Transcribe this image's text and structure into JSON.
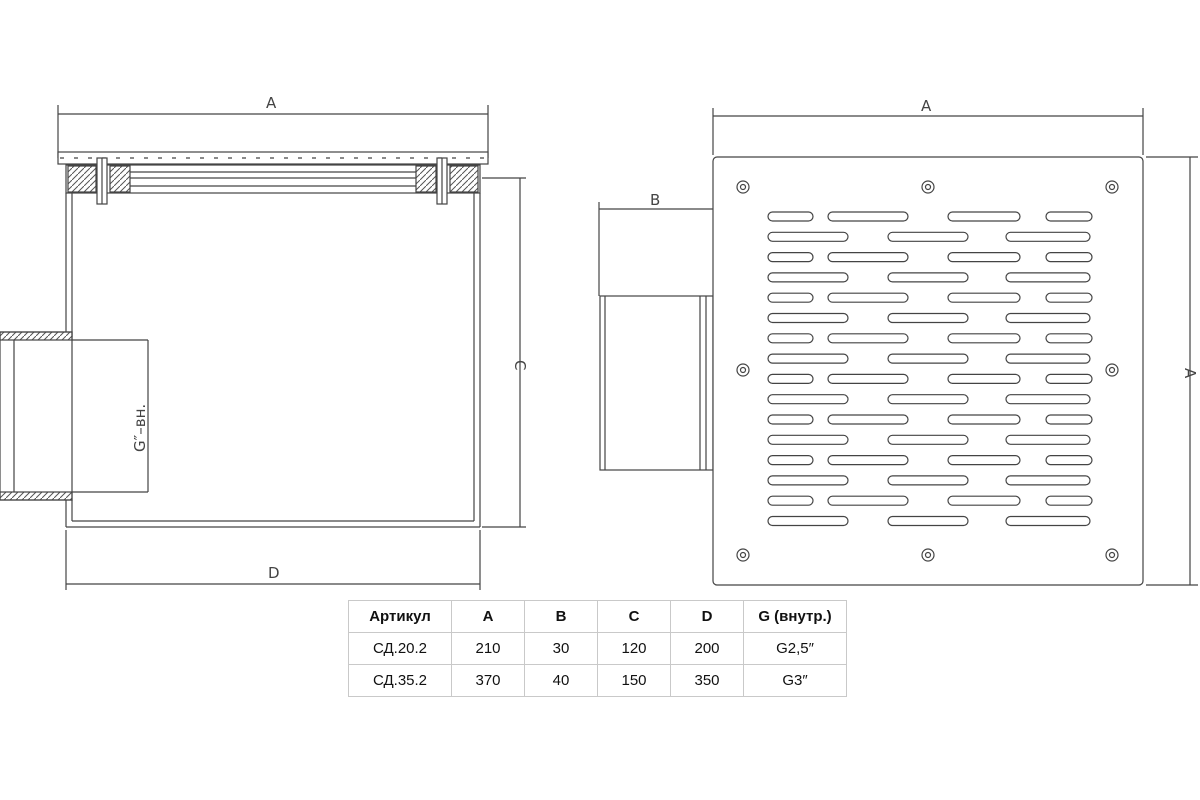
{
  "side_view": {
    "dim_a": "A",
    "dim_c": "C",
    "dim_d": "D",
    "thread_label": "G″–вн."
  },
  "front_view": {
    "dim_a_top": "A",
    "dim_a_right": "A",
    "dim_b": "B"
  },
  "spec_table": {
    "headers": [
      "Артикул",
      "A",
      "B",
      "C",
      "D",
      "G (внутр.)"
    ],
    "rows": [
      [
        "СД.20.2",
        "210",
        "30",
        "120",
        "200",
        "G2,5″"
      ],
      [
        "СД.35.2",
        "370",
        "40",
        "150",
        "350",
        "G3″"
      ]
    ]
  },
  "colors": {
    "line": "#444444",
    "hatch": "#555555"
  }
}
